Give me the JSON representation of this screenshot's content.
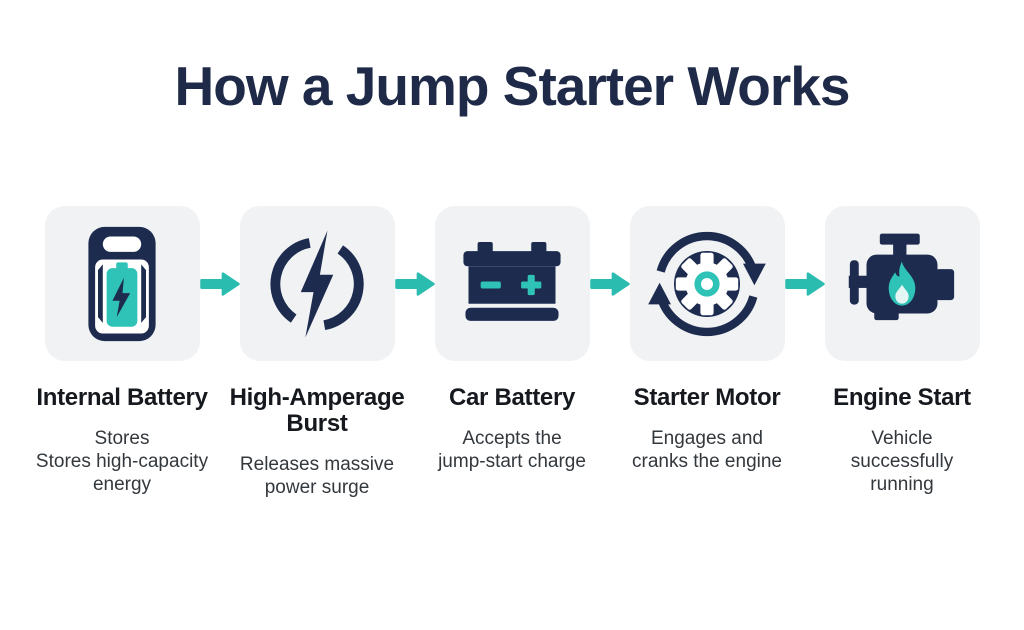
{
  "title": "How a Jump Starter Works",
  "steps": [
    {
      "icon": "jump-starter-icon",
      "heading": "Internal Battery",
      "description": "Stores\nStores high-capacity\nenergy"
    },
    {
      "icon": "lightning-bolt-icon",
      "heading": "High-Amperage\nBurst",
      "description": "Releases massive\npower surge"
    },
    {
      "icon": "car-battery-icon",
      "heading": "Car Battery",
      "description": "Accepts the\njump-start charge"
    },
    {
      "icon": "starter-motor-icon",
      "heading": "Starter Motor",
      "description": "Engages and\ncranks the engine"
    },
    {
      "icon": "engine-icon",
      "heading": "Engine Start",
      "description": "Vehicle\nsuccessfully\nrunning"
    }
  ],
  "flow_arrow": {
    "icon": "flow-arrow-icon",
    "direction": "right"
  },
  "colors": {
    "background": "#ffffff",
    "title-navy": "#1e2a47",
    "heading-text": "#15191e",
    "body-text": "#33383d",
    "card-bg": "#f0f2f4",
    "icon-navy": "#1d2b4f",
    "icon-teal": "#2fc2b6",
    "arrow-teal": "#2abcae",
    "flame-inner": "#e4f6f3",
    "icon-white": "#ffffff"
  }
}
